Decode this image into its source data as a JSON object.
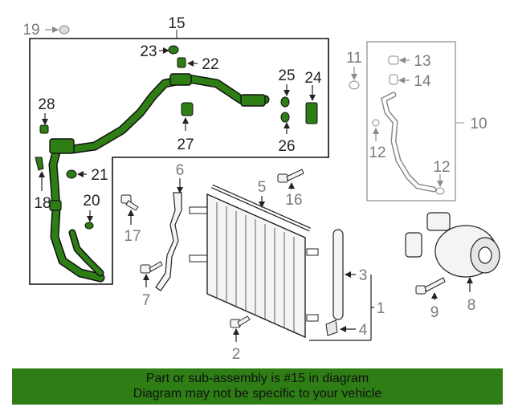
{
  "callouts": {
    "n1": "1",
    "n2": "2",
    "n3": "3",
    "n4": "4",
    "n5": "5",
    "n6": "6",
    "n7": "7",
    "n8": "8",
    "n9": "9",
    "n10": "10",
    "n11": "11",
    "n12a": "12",
    "n12b": "12",
    "n13": "13",
    "n14": "14",
    "n15": "15",
    "n16": "16",
    "n17": "17",
    "n18": "18",
    "n19": "19",
    "n20": "20",
    "n21": "21",
    "n22": "22",
    "n23": "23",
    "n24": "24",
    "n25": "25",
    "n26": "26",
    "n27": "27",
    "n28": "28"
  },
  "banner": {
    "line1": "Part or sub-assembly is #15 in diagram",
    "line2": "Diagram may not be specific to your vehicle",
    "color": "#2e7d15"
  },
  "colors": {
    "highlight": "#2e7d15",
    "line": "#222222",
    "muted": "#8a8a8a"
  }
}
